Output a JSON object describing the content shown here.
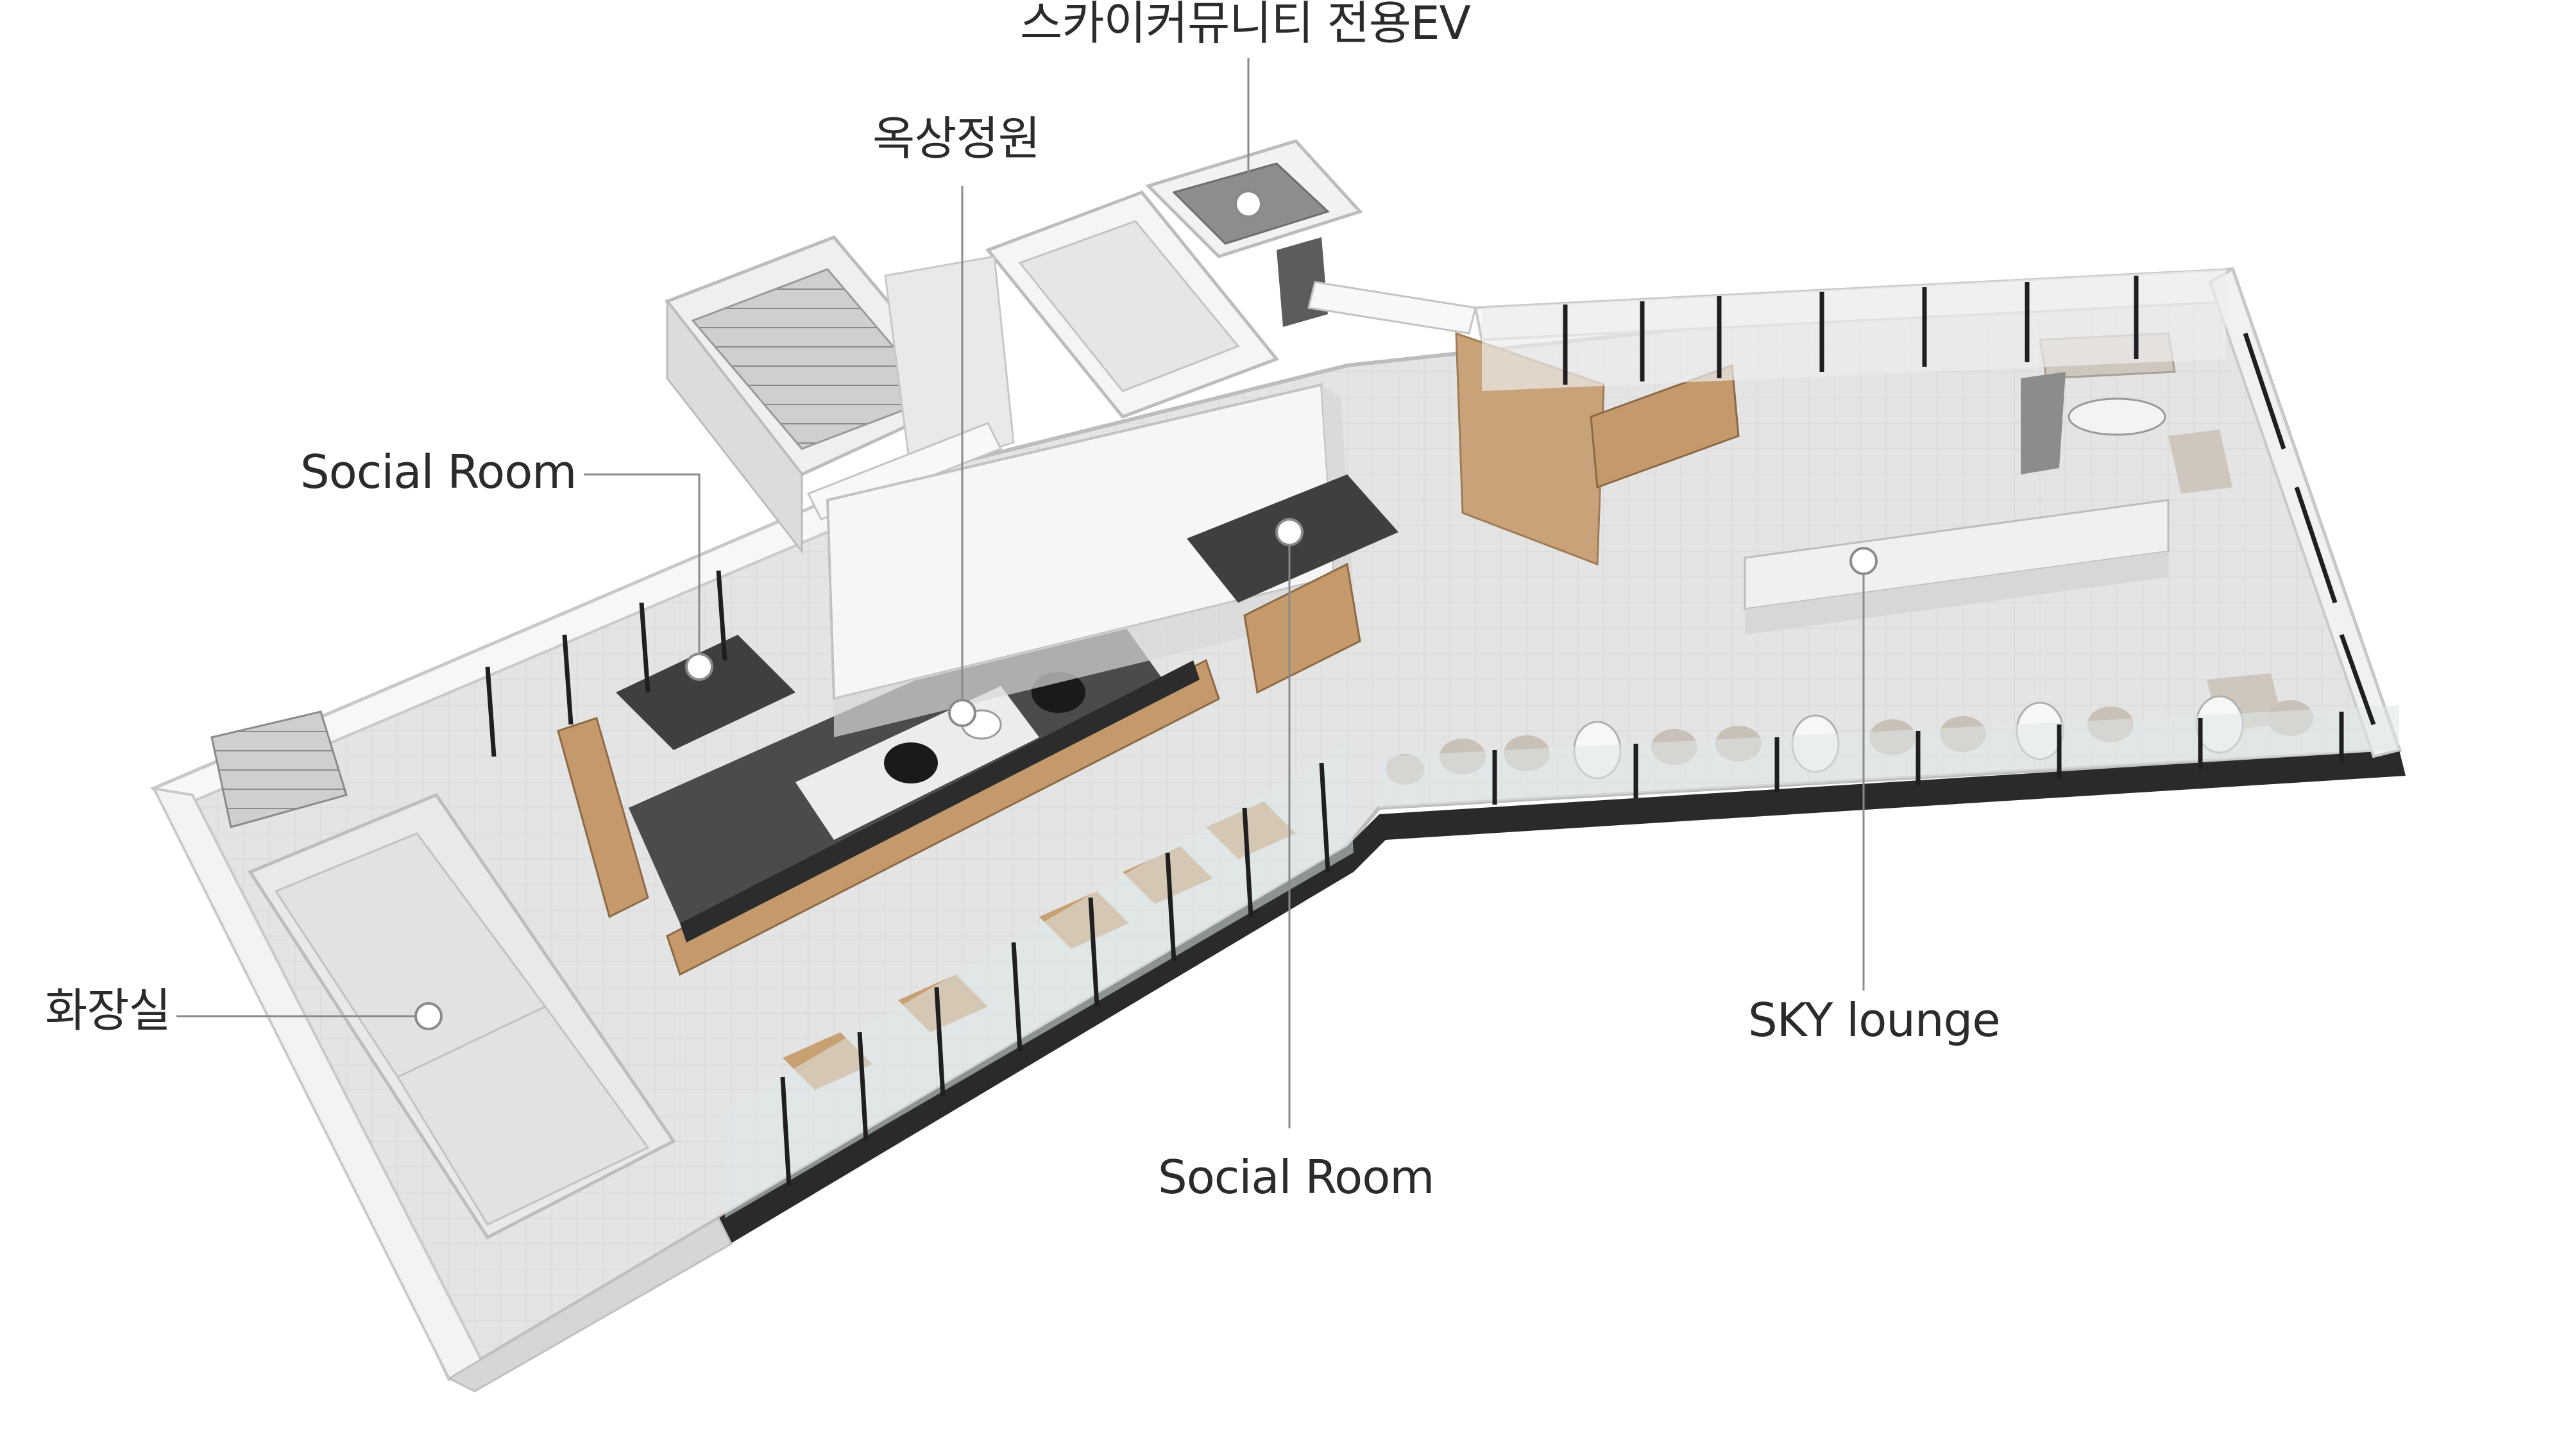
{
  "labels": {
    "sky_ev": "스카이커뮤니티 전용EV",
    "rooftop_garden": "옥상정원",
    "social_room_upper": "Social Room",
    "social_room_lower": "Social Room",
    "restroom": "화장실",
    "sky_lounge": "SKY lounge"
  },
  "colors": {
    "label_text": "#2b2b2b",
    "leader_line": "#8a8a8a",
    "floor": "#e2e2e2",
    "wall_top": "#fbfbfb",
    "wall_side": "#d9d9d9",
    "dark_floor": "#4a4a4a",
    "wood": "#c49a6c",
    "glass": "#dfe7ea",
    "mullion": "#1f1f1f"
  }
}
